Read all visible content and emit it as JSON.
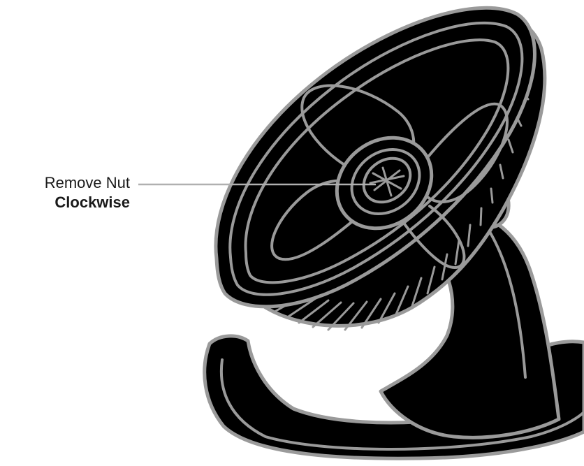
{
  "callout": {
    "line1": "Remove Nut",
    "line2": "Clockwise"
  },
  "colors": {
    "body": "#000000",
    "outline": "#9a9a9a",
    "leader_line": "#b0b0b0",
    "text": "#1a1a1a"
  },
  "icons": {
    "illustration": "desk-fan-illustration",
    "nut": "hub-nut"
  }
}
